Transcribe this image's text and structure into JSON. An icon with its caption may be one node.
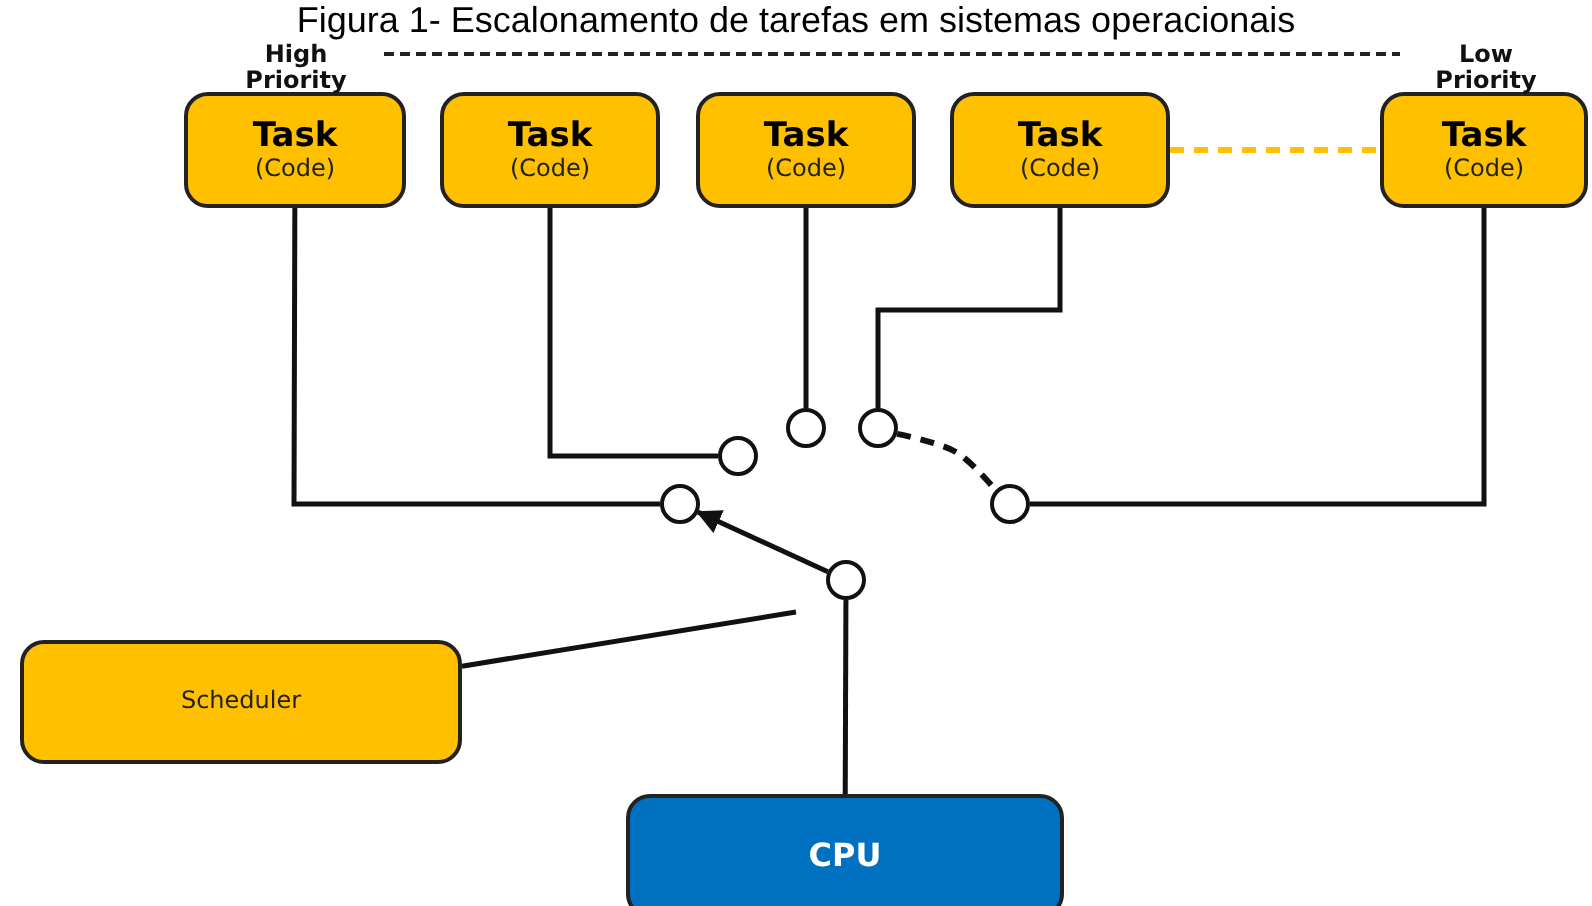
{
  "diagram": {
    "title": "Figura 1- Escalonamento de tarefas em sistemas operacionais",
    "nodes": [
      {
        "text": [
          "Task",
          "(Code)"
        ]
      },
      {
        "text": [
          "Task",
          "(Code)"
        ]
      },
      {
        "text": [
          "Task",
          "(Code)"
        ]
      },
      {
        "text": [
          "Task",
          "(Code)"
        ]
      },
      {
        "text": [
          "Task",
          "(Code)"
        ]
      },
      {
        "text": [],
        "shape": "circle"
      },
      {
        "text": [],
        "shape": "circle"
      },
      {
        "text": [],
        "shape": "circle"
      },
      {
        "text": [],
        "shape": "circle"
      },
      {
        "text": [],
        "shape": "circle"
      },
      {
        "text": [],
        "shape": "circle"
      },
      {
        "text": [
          "Scheduler"
        ]
      },
      {
        "text": [
          "CPU"
        ]
      }
    ],
    "edges": [
      {
        "from": 0,
        "to": 8,
        "arrow": "none"
      },
      {
        "from": 1,
        "to": 7,
        "arrow": "none"
      },
      {
        "from": 2,
        "to": 5,
        "arrow": "none"
      },
      {
        "from": 3,
        "to": 6,
        "arrow": "none"
      },
      {
        "from": 4,
        "to": 9,
        "arrow": "none"
      },
      {
        "from": 3,
        "to": 4,
        "arrow": "none",
        "style": "dashed",
        "color": "#ffc000"
      },
      {
        "from": 6,
        "to": 9,
        "arrow": "none",
        "style": "dashed"
      },
      {
        "from": 10,
        "to": 8,
        "arrow": "to"
      },
      {
        "from": 12,
        "to": 10,
        "arrow": "none"
      },
      {
        "from": 11,
        "to": null,
        "arrow": "none"
      }
    ],
    "labels": [
      "High Priority",
      "Low Priority"
    ]
  }
}
